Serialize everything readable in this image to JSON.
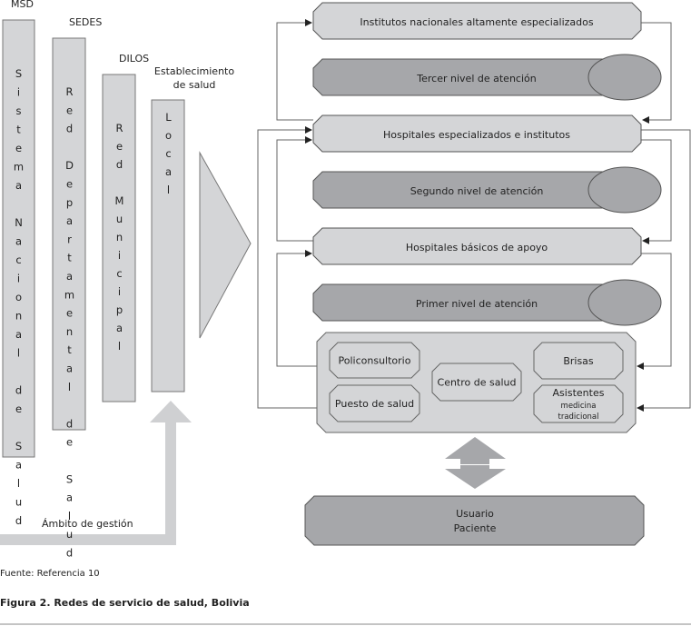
{
  "colors": {
    "light": "#d4d5d7",
    "dark": "#a6a7aa",
    "stroke": "#555555",
    "arrow": "#cfd0d2"
  },
  "columns": [
    {
      "header": "MSD",
      "label": "Sistema Nacional de Salud"
    },
    {
      "header": "SEDES",
      "label": "Red Departamental de Salud"
    },
    {
      "header": "DILOS",
      "label": "Red Municipal"
    },
    {
      "header": "Establecimiento de salud",
      "header_lines": [
        "Establecimiento",
        "de salud"
      ],
      "label": "Local"
    }
  ],
  "gestion_label": "Ámbito de gestión",
  "levels": [
    {
      "label": "Institutos nacionales altamente especializados",
      "type": "facility"
    },
    {
      "label": "Tercer nivel de atención",
      "type": "level"
    },
    {
      "label": "Hospitales especializados e institutos",
      "type": "facility"
    },
    {
      "label": "Segundo nivel de atención",
      "type": "level"
    },
    {
      "label": "Hospitales básicos de apoyo",
      "type": "facility"
    },
    {
      "label": "Primer nivel de atención",
      "type": "level"
    }
  ],
  "primary_units": {
    "policonsultorio": "Policonsultorio",
    "puesto": "Puesto de salud",
    "centro": "Centro de salud",
    "brisas": "Brisas",
    "asistentes": [
      "Asistentes",
      "medicina",
      "tradicional"
    ]
  },
  "user_box": [
    "Usuario",
    "Paciente"
  ],
  "source": "Fuente: Referencia 10",
  "caption": "Figura 2. Redes de servicio de salud, Bolivia"
}
